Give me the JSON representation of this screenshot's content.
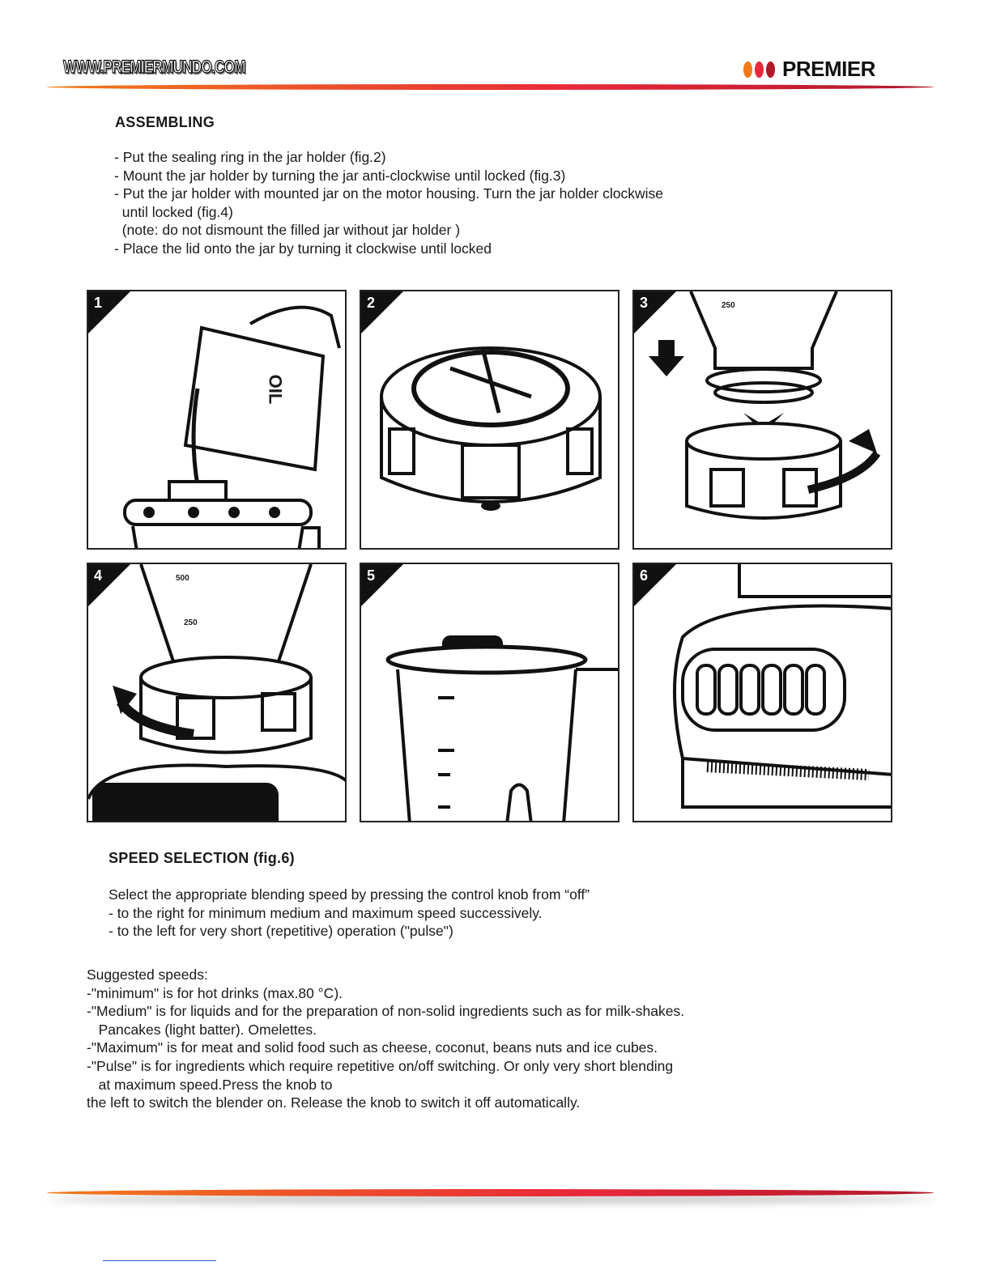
{
  "header": {
    "url": "WWW.PREMIERMUNDO.COM",
    "brand": "PREMIER",
    "colors": {
      "orange": "#f07a1a",
      "red": "#e8283a",
      "darkred": "#b0182a"
    }
  },
  "assembling": {
    "title": "ASSEMBLING",
    "lines": [
      "- Put the sealing ring in the jar holder (fig.2)",
      "- Mount the jar holder by turning the jar anti-clockwise until locked (fig.3)",
      "- Put the jar holder with mounted jar on the motor housing. Turn the jar holder clockwise",
      "  until locked (fig.4)",
      "  (note: do not dismount the filled jar without jar holder )",
      "- Place the lid onto the jar by turning it clockwise until locked"
    ]
  },
  "figures": [
    {
      "number": "1",
      "label": "OIL"
    },
    {
      "number": "2"
    },
    {
      "number": "3",
      "label": "250"
    },
    {
      "number": "4",
      "label": "500",
      "label2": "250"
    },
    {
      "number": "5"
    },
    {
      "number": "6"
    }
  ],
  "speed": {
    "title": "SPEED SELECTION (fig.6)",
    "lines": [
      "Select the appropriate blending speed by pressing the control knob from “off”",
      "- to the right for minimum medium and maximum speed successively.",
      "- to the left for very short (repetitive) operation (\"pulse\")"
    ]
  },
  "suggested": {
    "lines": [
      "Suggested speeds:",
      "-\"minimum\" is for hot drinks (max.80 °C).",
      "-\"Medium\" is for liquids and for the preparation of non-solid ingredients such as for milk-shakes.",
      "   Pancakes (light batter). Omelettes.",
      "-\"Maximum\" is for meat and solid food such as cheese, coconut, beans nuts and ice cubes.",
      "-\"Pulse\" is for ingredients which require repetitive on/off switching. Or only very short blending",
      "   at maximum speed.Press the knob to",
      "the left to switch the blender on. Release the knob to switch it off automatically."
    ]
  }
}
